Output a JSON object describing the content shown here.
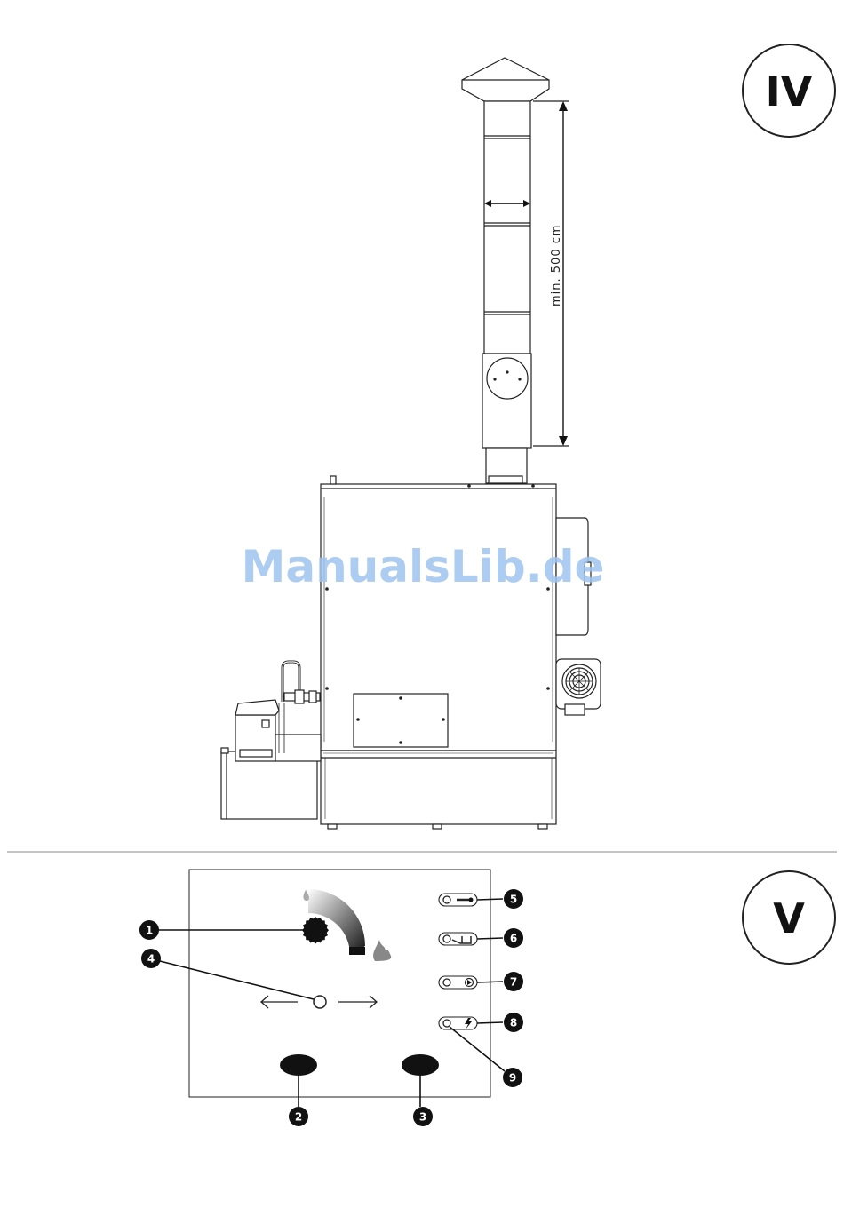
{
  "panels": {
    "top": {
      "label": "IV"
    },
    "bottom": {
      "label": "V"
    }
  },
  "dimension": {
    "label": "min. 500 cm"
  },
  "callouts": [
    "1",
    "2",
    "3",
    "4",
    "5",
    "6",
    "7",
    "8",
    "9"
  ],
  "watermark": {
    "text": "ManualsLib.de",
    "color": "#9fc3ef"
  },
  "colors": {
    "line": "#222222",
    "fill_dark": "#111111"
  },
  "icons": {
    "thermostat": "thermometer-icon",
    "overheat": "reset-icon",
    "burner": "play-icon",
    "power": "lightning-icon",
    "flame_small": "drop-flame-icon",
    "flame_big": "fire-icon",
    "fan": "fan-grille-icon"
  }
}
